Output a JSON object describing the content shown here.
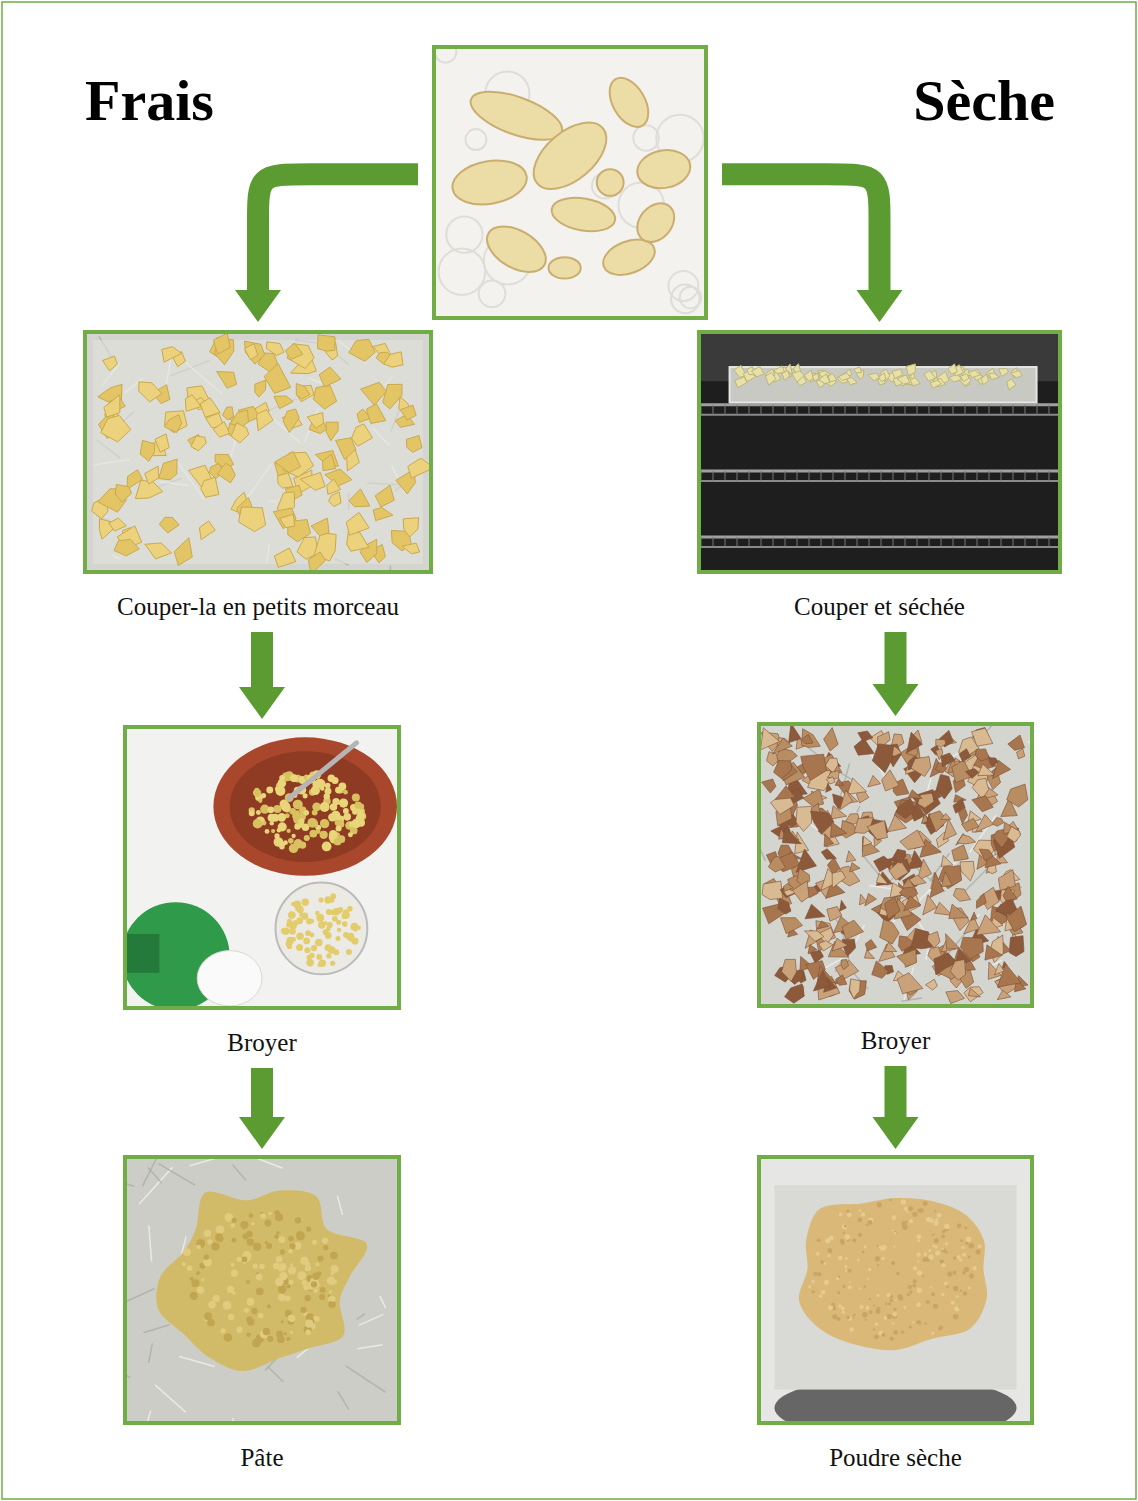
{
  "diagram": {
    "nodes": [
      {
        "text": []
      },
      {
        "text": [
          "Couper-la en petits morceau"
        ]
      },
      {
        "text": [
          "Couper et séchée"
        ]
      },
      {
        "text": [
          "Broyer"
        ]
      },
      {
        "text": [
          "Broyer"
        ]
      },
      {
        "text": [
          "Pâte"
        ]
      },
      {
        "text": [
          "Poudre sèche"
        ]
      }
    ],
    "edges": [
      {
        "from": 0,
        "to": 1,
        "arrow": "to"
      },
      {
        "from": 0,
        "to": 2,
        "arrow": "to"
      },
      {
        "from": 1,
        "to": 3,
        "arrow": "to"
      },
      {
        "from": 2,
        "to": 4,
        "arrow": "to"
      },
      {
        "from": 3,
        "to": 5,
        "arrow": "to"
      },
      {
        "from": 4,
        "to": 6,
        "arrow": "to"
      }
    ],
    "labels": [
      "Frais",
      "Sèche"
    ]
  }
}
